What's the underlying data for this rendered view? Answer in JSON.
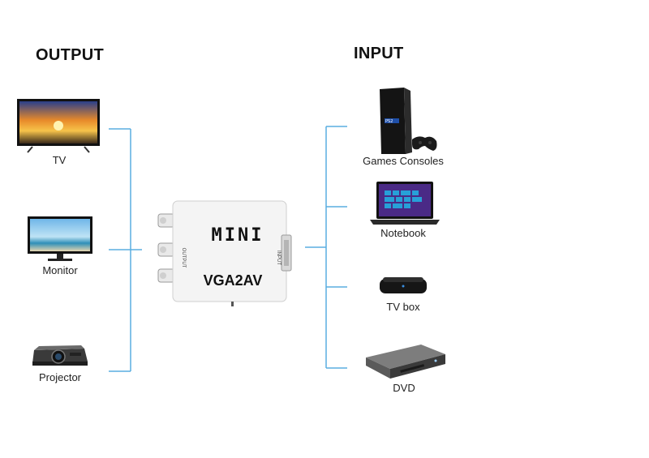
{
  "headings": {
    "output": "OUTPUT",
    "input": "INPUT"
  },
  "outputs": [
    {
      "label": "TV",
      "icon": "tv-icon"
    },
    {
      "label": "Monitor",
      "icon": "monitor-icon"
    },
    {
      "label": "Projector",
      "icon": "projector-icon"
    }
  ],
  "inputs": [
    {
      "label": "Games Consoles",
      "icon": "game-console-icon"
    },
    {
      "label": "Notebook",
      "icon": "laptop-icon"
    },
    {
      "label": "TV box",
      "icon": "tv-box-icon"
    },
    {
      "label": "DVD",
      "icon": "dvd-player-icon"
    }
  ],
  "converter": {
    "brand": "MINI",
    "model": "VGA2AV",
    "left_port_label": "OUTPUT",
    "right_port_label": "INPUT"
  },
  "colors": {
    "connector_line": "#5aaee0",
    "device_body": "#f4f4f4"
  }
}
